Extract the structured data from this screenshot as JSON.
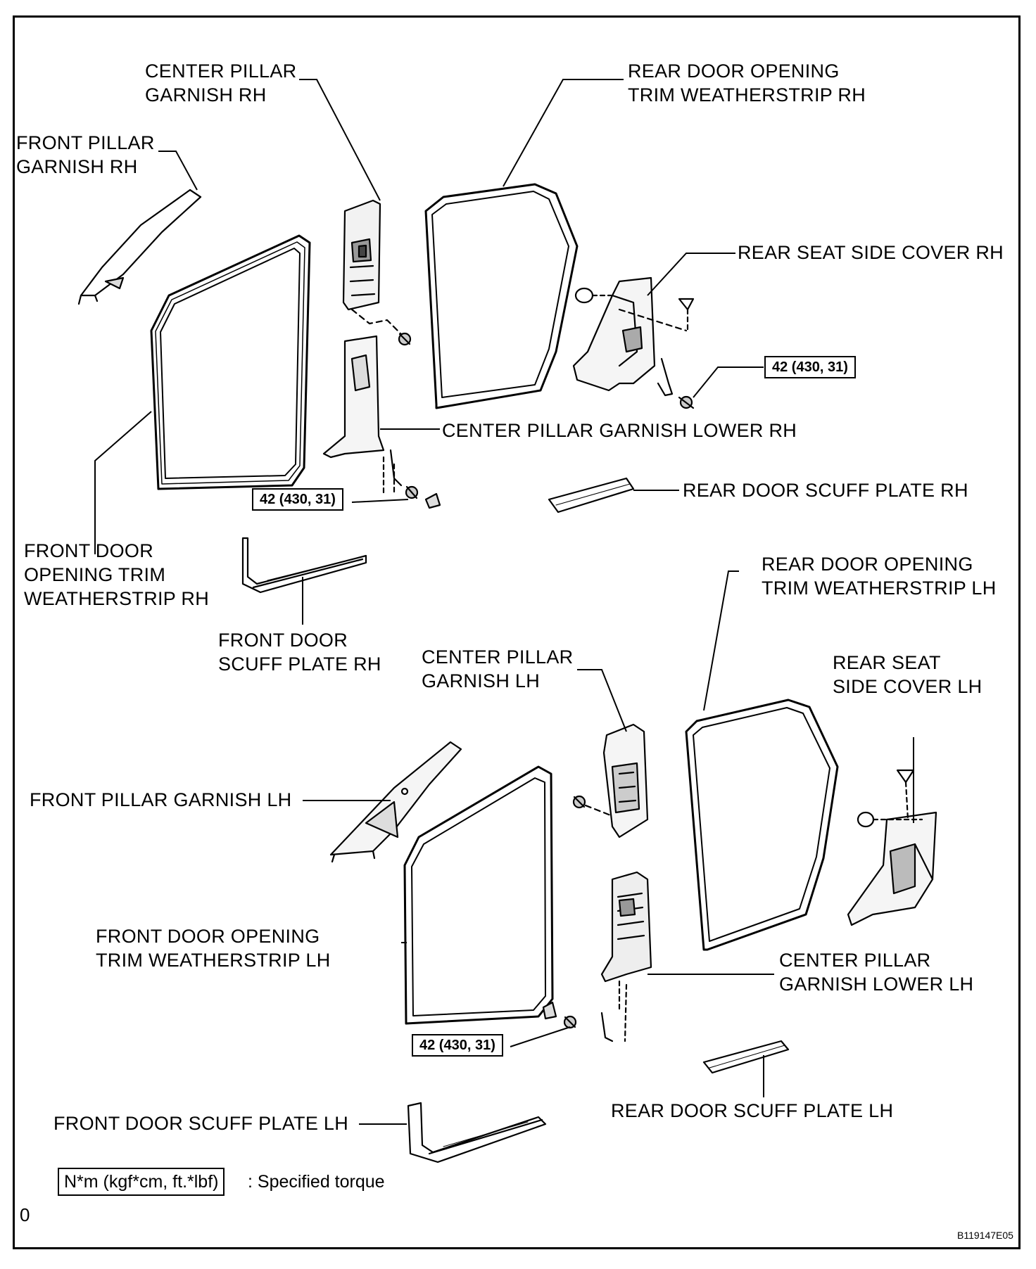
{
  "labels": {
    "center_pillar_garnish_rh": [
      "CENTER PILLAR",
      "GARNISH RH"
    ],
    "rear_door_opening_trim_weatherstrip_rh": [
      "REAR DOOR OPENING",
      "TRIM WEATHERSTRIP RH"
    ],
    "front_pillar_garnish_rh": [
      "FRONT PILLAR",
      "GARNISH RH"
    ],
    "rear_seat_side_cover_rh": [
      "REAR SEAT SIDE COVER RH"
    ],
    "center_pillar_garnish_lower_rh": [
      "CENTER PILLAR GARNISH LOWER RH"
    ],
    "rear_door_scuff_plate_rh": [
      "REAR DOOR SCUFF PLATE RH"
    ],
    "front_door_opening_trim_weatherstrip_rh": [
      "FRONT DOOR",
      "OPENING TRIM",
      "WEATHERSTRIP RH"
    ],
    "front_door_scuff_plate_rh": [
      "FRONT DOOR",
      "SCUFF PLATE RH"
    ],
    "rear_door_opening_trim_weatherstrip_lh": [
      "REAR DOOR OPENING",
      "TRIM WEATHERSTRIP LH"
    ],
    "center_pillar_garnish_lh": [
      "CENTER PILLAR",
      "GARNISH LH"
    ],
    "rear_seat_side_cover_lh": [
      "REAR SEAT",
      "SIDE COVER LH"
    ],
    "front_pillar_garnish_lh": [
      "FRONT PILLAR GARNISH LH"
    ],
    "front_door_opening_trim_weatherstrip_lh": [
      "FRONT DOOR OPENING",
      "TRIM WEATHERSTRIP LH"
    ],
    "center_pillar_garnish_lower_lh": [
      "CENTER PILLAR",
      "GARNISH LOWER LH"
    ],
    "rear_door_scuff_plate_lh": [
      "REAR DOOR SCUFF PLATE LH"
    ],
    "front_door_scuff_plate_lh": [
      "FRONT DOOR SCUFF PLATE LH"
    ]
  },
  "torque_specs": {
    "rear_seat_rh": "42 (430, 31)",
    "center_pillar_lower_rh": "42 (430, 31)",
    "center_pillar_lower_lh": "42 (430, 31)"
  },
  "legend": {
    "box_text": "N*m (kgf*cm, ft.*lbf)",
    "description": ": Specified torque"
  },
  "corner_mark": "0",
  "figure_code": "B119147E05"
}
